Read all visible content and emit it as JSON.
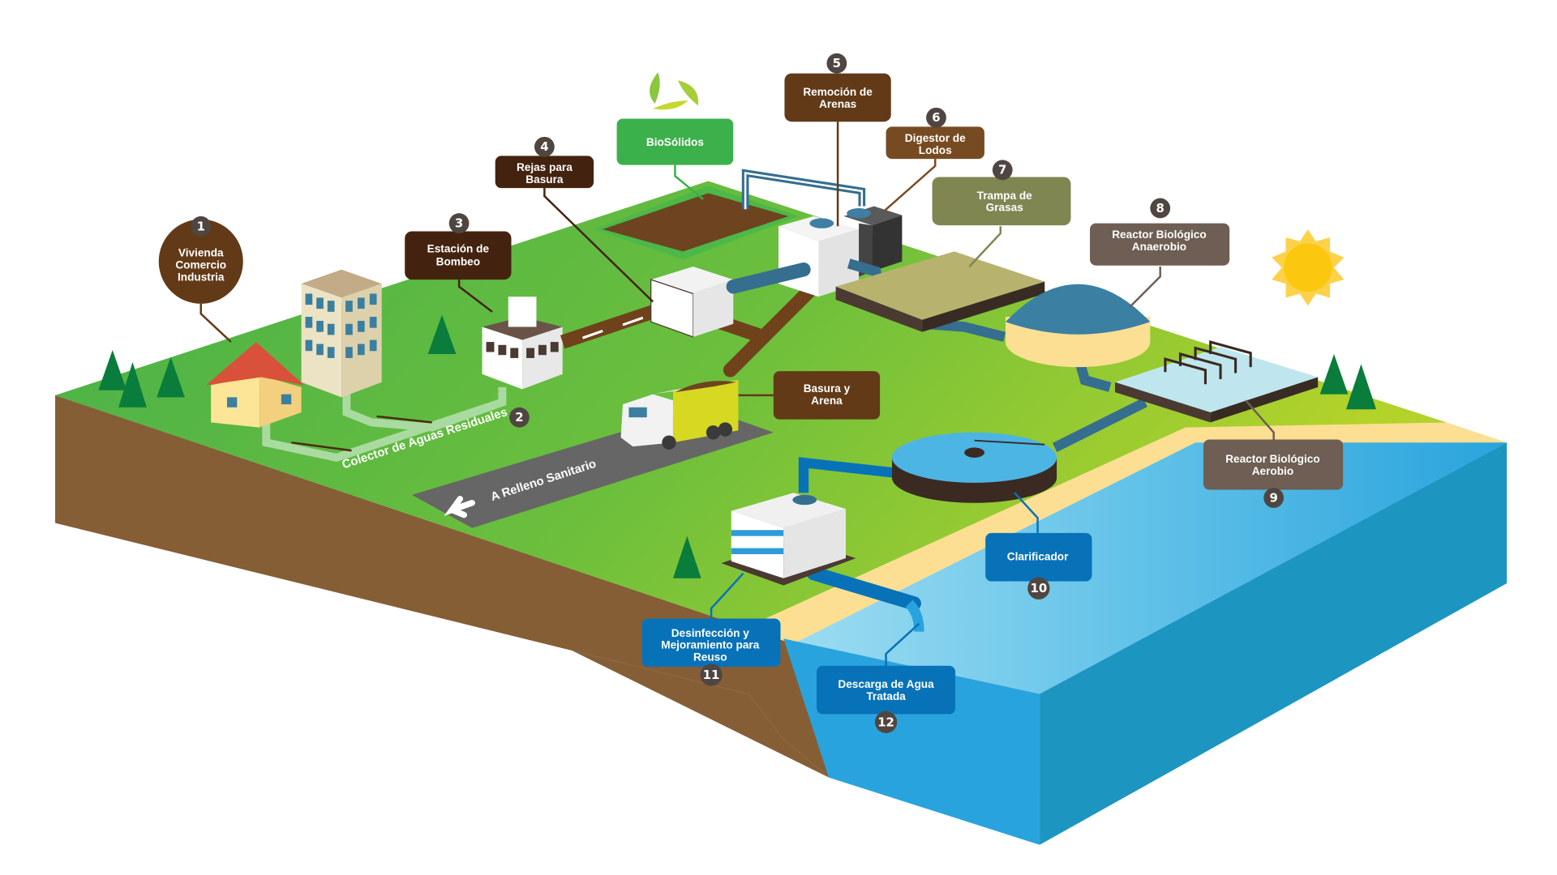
{
  "diagram": {
    "title": "Proceso de tratamiento de aguas residuales",
    "colors": {
      "grass": "#4cb848",
      "grass_light": "#9bcc2e",
      "soil": "#855e36",
      "water": "#29a3dd",
      "water_dark": "#1c95c1",
      "sand": "#fcdf93",
      "label_dark_brown": "#43230f",
      "label_brown": "#623a17",
      "label_mid_brown": "#774b22",
      "label_olive": "#7f8652",
      "label_taupe": "#6e5e53",
      "label_green": "#3cb04b",
      "label_blue": "#0872b9",
      "number_badge": "#504641",
      "pipe_brown": "#70421b",
      "pipe_blue": "#356e8e",
      "sun": "#fcc70f"
    },
    "steps": [
      {
        "number": "1",
        "label_lines": [
          "Vivienda",
          "Comercio",
          "Industria"
        ]
      },
      {
        "number": "2",
        "label_lines": [
          "Colector de Aguas Residuales"
        ]
      },
      {
        "number": "3",
        "label_lines": [
          "Estación de",
          "Bombeo"
        ]
      },
      {
        "number": "4",
        "label_lines": [
          "Rejas para",
          "Basura"
        ]
      },
      {
        "number": "5",
        "label_lines": [
          "Remoción de",
          "Arenas"
        ]
      },
      {
        "number": "6",
        "label_lines": [
          "Digestor de",
          "Lodos"
        ]
      },
      {
        "number": "7",
        "label_lines": [
          "Trampa de",
          "Grasas"
        ]
      },
      {
        "number": "8",
        "label_lines": [
          "Reactor Biológico",
          "Anaerobio"
        ]
      },
      {
        "number": "9",
        "label_lines": [
          "Reactor Biológico",
          "Aerobio"
        ]
      },
      {
        "number": "10",
        "label_lines": [
          "Clarificador"
        ]
      },
      {
        "number": "11",
        "label_lines": [
          "Desinfección y",
          "Mejoramiento para",
          "Reuso"
        ]
      },
      {
        "number": "12",
        "label_lines": [
          "Descarga de Agua",
          "Tratada"
        ]
      }
    ],
    "extra_labels": {
      "biosolids": "BioSólidos",
      "trash_sand": [
        "Basura y",
        "Arena"
      ],
      "road": "A Relleno Sanitario"
    },
    "icons": [
      "recycle-leaves-icon",
      "sun-icon",
      "pine-tree-icon",
      "house-icon",
      "office-building-icon",
      "dump-truck-icon",
      "flow-arrow-icon"
    ]
  }
}
